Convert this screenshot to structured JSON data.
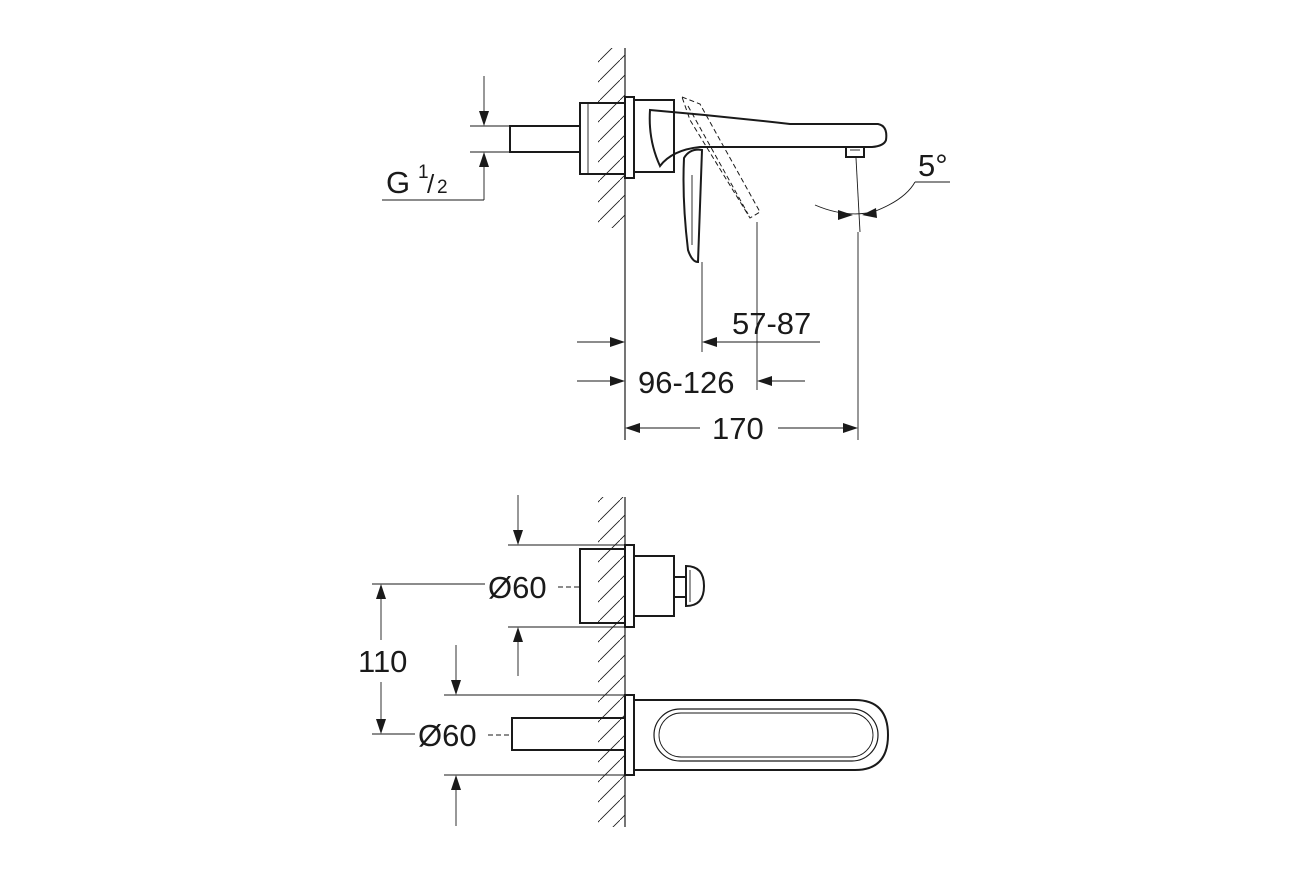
{
  "dimensions": {
    "thread": {
      "prefix": "G",
      "numerator": "1",
      "slash": "/",
      "denominator": "2"
    },
    "angle": "5°",
    "range_short": "57-87",
    "range_long": "96-126",
    "total_length": "170",
    "diameter_upper": "Ø60",
    "diameter_lower": "Ø60",
    "center_distance": "110"
  }
}
